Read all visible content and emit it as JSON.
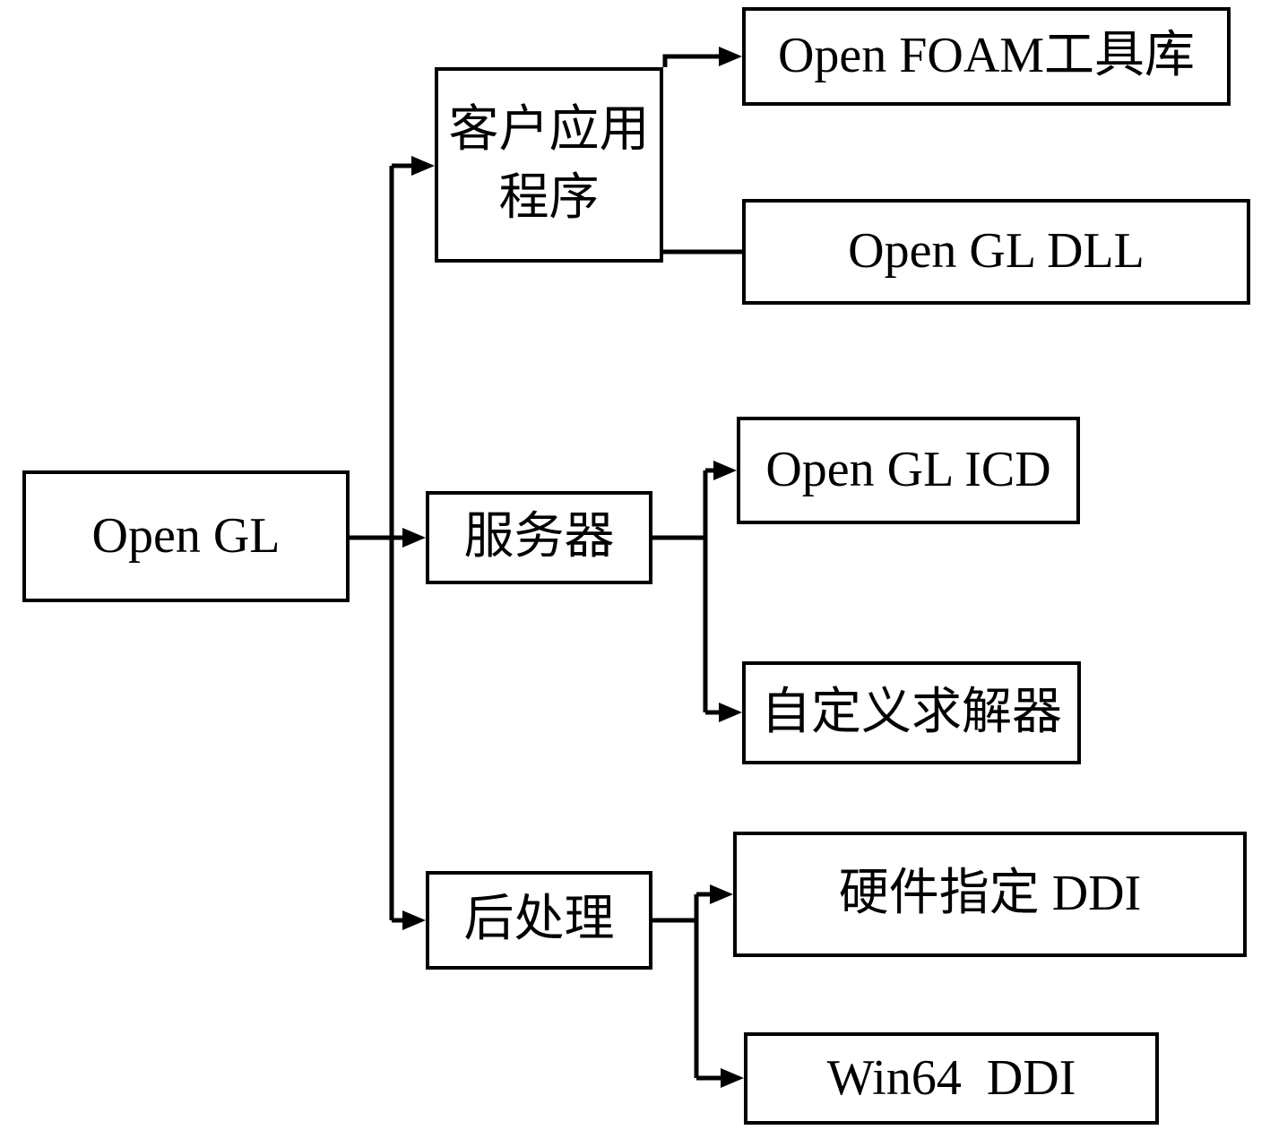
{
  "diagram_type": "tree-flowchart",
  "nodes": {
    "root": "Open GL",
    "client_application": "客户应用程序",
    "server": "服务器",
    "post_processing": "后处理",
    "openfoam_toolkit": "Open FOAM工具库",
    "opengl_dll": "Open GL DLL",
    "opengl_icd": "Open GL ICD",
    "custom_solver": "自定义求解器",
    "hardware_ddi": "硬件指定 DDI",
    "win64_ddi": "Win64  DDI"
  },
  "edges": [
    {
      "from": "Open GL",
      "to": "客户应用程序",
      "arrow": true
    },
    {
      "from": "Open GL",
      "to": "服务器",
      "arrow": true
    },
    {
      "from": "Open GL",
      "to": "后处理",
      "arrow": true
    },
    {
      "from": "客户应用程序",
      "to": "Open FOAM工具库",
      "arrow": true
    },
    {
      "from": "客户应用程序",
      "to": "Open GL DLL",
      "arrow": false
    },
    {
      "from": "服务器",
      "to": "Open GL ICD",
      "arrow": true
    },
    {
      "from": "服务器",
      "to": "自定义求解器",
      "arrow": true
    },
    {
      "from": "后处理",
      "to": "硬件指定 DDI",
      "arrow": true
    },
    {
      "from": "后处理",
      "to": "Win64  DDI",
      "arrow": true
    }
  ],
  "colors": {
    "line": "#000000",
    "box_border": "#000000",
    "background": "#ffffff",
    "text": "#000000"
  }
}
